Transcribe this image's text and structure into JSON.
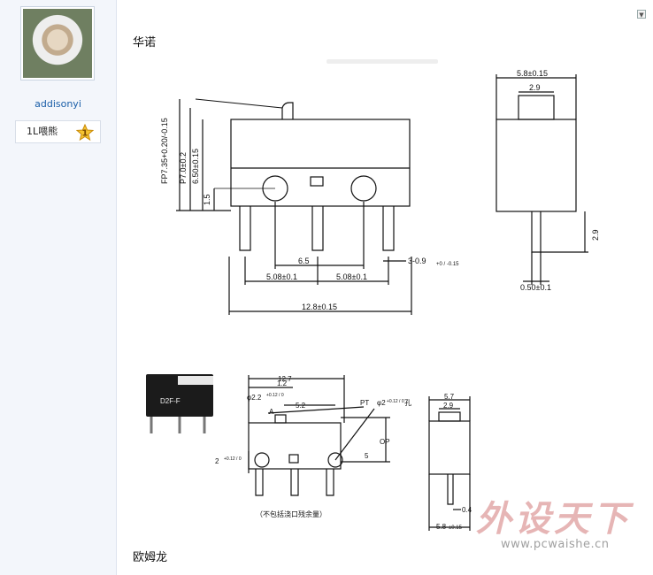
{
  "user": {
    "name": "addisonyi",
    "rank_label": "1L喂熊",
    "rank_level": "1"
  },
  "post": {
    "heading_top": "华诺",
    "heading_bottom": "欧姆龙"
  },
  "drawing1": {
    "left_dims": [
      "FP7.35+0.20/-0.15",
      "P7.0±0.2",
      "6.50±0.15",
      "1.5"
    ],
    "dim_6_5": "6.5",
    "dim_pitch_left": "5.08±0.1",
    "dim_pitch_right": "5.08±0.1",
    "dim_width": "12.8±0.15",
    "dim_pin": "3-0.9",
    "dim_pin_tol": "+0 / -0.15",
    "side_width": "5.8±0.15",
    "side_actuator": "2.9",
    "side_pin_len": "2.9",
    "side_pin_w": "0.50±0.1"
  },
  "drawing2": {
    "model": "D2F-F",
    "dim_127": "12.7",
    "dim_12": "1.2",
    "dim_hole": "φ2.2",
    "dim_hole_tol": "+0.12 / 0",
    "dim_52": "5.2",
    "label_a": "A",
    "label_pt": "PT",
    "dim_hole2": "φ2",
    "dim_hole2_tol": "+0.12 / 0",
    "hole_word": "孔",
    "dim_op": "OP",
    "dim_5": "5",
    "dim_2": "2",
    "dim_2_tol": "+0.12 / 0",
    "note": "（不包括浇口残余量）",
    "side_57": "5.7",
    "side_29": "2.9",
    "side_04": "0.4",
    "side_58": "5.8",
    "side_58_tol": "±0.15"
  },
  "watermark": {
    "text": "外设天下",
    "url": "www.pcwaishe.cn"
  },
  "icons": [
    "avatar-portrait",
    "rank-star-icon",
    "post-menu-arrow-icon"
  ]
}
